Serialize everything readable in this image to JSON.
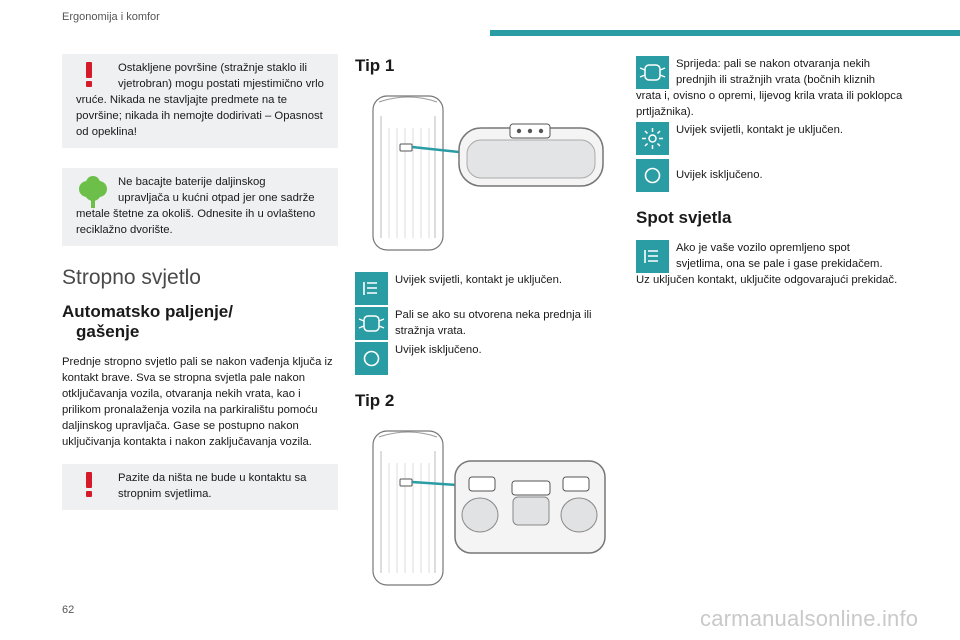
{
  "header": {
    "section": "Ergonomija i komfor",
    "page_number": "62",
    "watermark": "carmanualsonline.info"
  },
  "col1": {
    "warning1": {
      "line1": "Ostakljene površine (stražnje staklo ili",
      "line2": "vjetrobran) mogu postati mjestimično vrlo",
      "rest": "vruće. Nikada ne stavljajte predmete na te površine; nikada ih nemojte dodirivati – Opasnost od opeklina!"
    },
    "eco": {
      "line1": "Ne bacajte baterije daljinskog",
      "line2": "upravljača u kućni otpad jer one sadrže",
      "rest": "metale štetne za okoliš. Odnesite ih u ovlašteno reciklažno dvorište."
    },
    "section_title": "Stropno svjetlo",
    "sub_title_line1": "Automatsko paljenje/",
    "sub_title_line2": "gašenje",
    "body": "Prednje stropno svjetlo pali se nakon vađenja ključa iz kontakt brave. Sva se stropna svjetla pale nakon otključavanja vozila, otvaranja nekih vrata, kao i prilikom pronalaženja vozila na parkiralištu pomoću daljinskog upravljača. Gase se postupno nakon uključivanja kontakta i nakon zaključavanja vozila.",
    "warning2": {
      "line1": "Pazite da ništa ne bude u kontaktu sa",
      "line2": "stropnim svjetlima."
    }
  },
  "col2": {
    "tip1_title": "Tip 1",
    "tip1_items": [
      {
        "icon": "door-lamp-icon",
        "text": "Uvijek svijetli, kontakt je uključen."
      },
      {
        "icon": "door-open-icon",
        "text": "Pali se ako su otvorena neka prednja ili stražnja vrata."
      },
      {
        "icon": "off-circle-icon",
        "text": "Uvijek isključeno."
      }
    ],
    "tip2_title": "Tip 2"
  },
  "col3": {
    "items": [
      {
        "icon": "door-open-icon",
        "line1": "Sprijeda: pali se nakon otvaranja nekih",
        "line2": "prednjih ili stražnjih vrata (bočnih kliznih",
        "rest": "vrata i, ovisno o opremi, lijevog krila vrata ili poklopca prtljažnika)."
      },
      {
        "icon": "sun-icon",
        "text": "Uvijek svijetli, kontakt je uključen."
      },
      {
        "icon": "off-circle-icon",
        "text": "Uvijek isključeno."
      }
    ],
    "spot_title": "Spot svjetla",
    "spot_item": {
      "icon": "door-lamp-icon",
      "line1": "Ako je vaše vozilo opremljeno spot",
      "line2": "svjetlima, ona se pale i gase prekidačem.",
      "rest": "Uz uključen kontakt, uključite odgovarajući prekidač."
    }
  },
  "colors": {
    "accent": "#2a9ca3",
    "warning": "#d51b2a",
    "box_bg": "#eef0f1",
    "eco_green": "#6cc04a"
  }
}
